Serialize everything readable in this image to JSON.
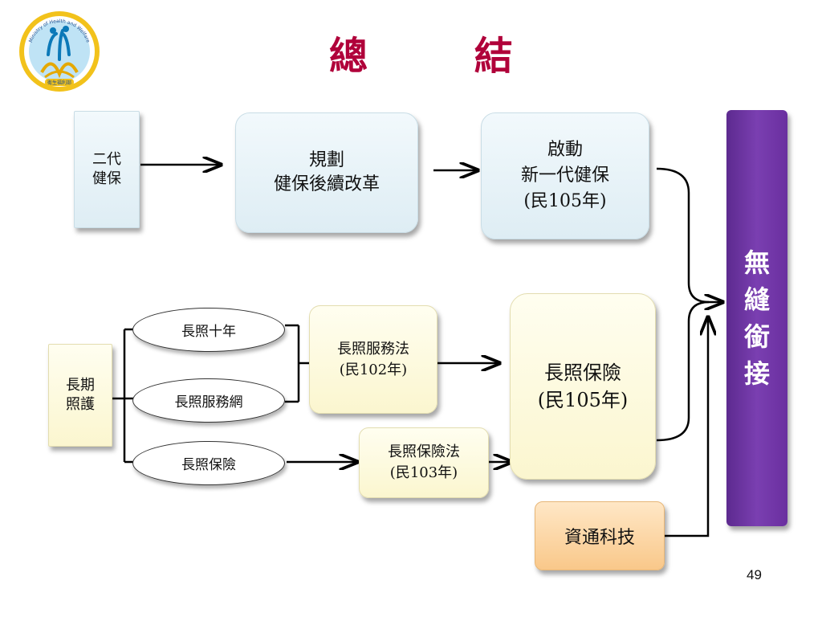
{
  "title": "總 結",
  "logo": {
    "text_top": "Ministry of Health and Welfare",
    "text_bottom": "衛生福利部"
  },
  "boxes": {
    "nhi2": [
      "二代",
      "健保"
    ],
    "plan": [
      "規劃",
      "健保後續改革"
    ],
    "launch": [
      "啟動",
      "新一代健保",
      "(民105年)"
    ],
    "ltc": [
      "長期",
      "照護"
    ],
    "ltc_10yr": "長照十年",
    "ltc_network": "長照服務網",
    "ltc_insurance_oval": "長照保險",
    "ltc_service_act": [
      "長照服務法",
      "(民102年)"
    ],
    "ltc_insurance_act": [
      "長照保險法",
      "(民103年)"
    ],
    "ltc_insurance": [
      "長照保險",
      "(民105年)"
    ],
    "ict": "資通科技",
    "seamless": [
      "無",
      "縫",
      "銜",
      "接"
    ]
  },
  "page_number": "49",
  "colors": {
    "title": "#b0003a",
    "merge_bar": "#6a2f9f",
    "blue_card": "#deedf4",
    "yellow_card": "#fbf6cf",
    "orange_card": "#f9c88a"
  }
}
